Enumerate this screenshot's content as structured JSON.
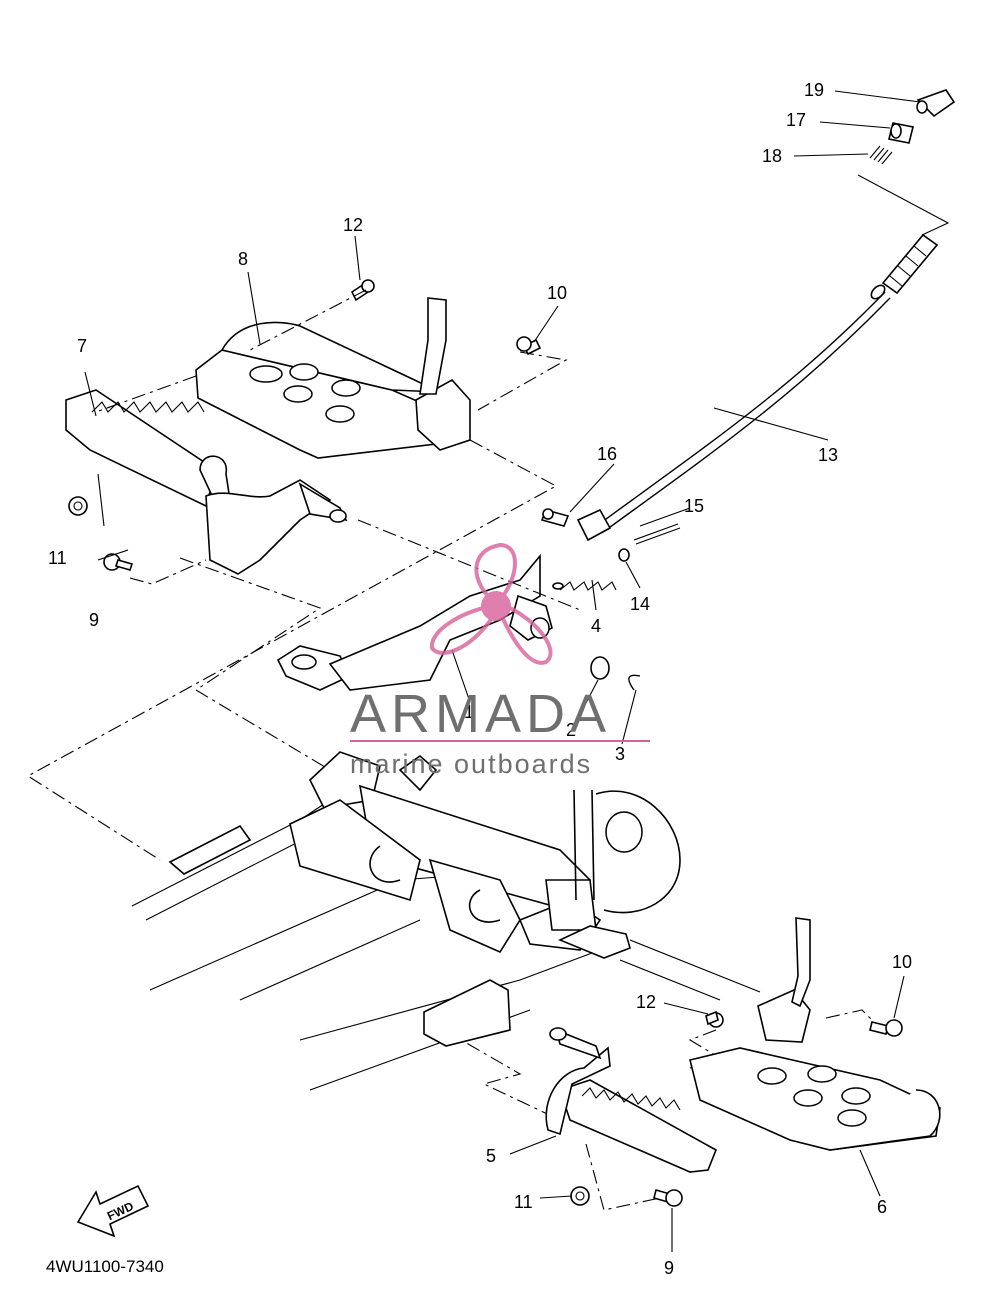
{
  "diagram_code": "4WU1100-7340",
  "direction_label": "FWD",
  "watermark": {
    "brand": "ARMADA",
    "tagline": "marine outboards",
    "accent_color": "#d7609a",
    "text_color": "#6f6f6f"
  },
  "callouts": {
    "p1": "1",
    "p2": "2",
    "p3": "3",
    "p4": "4",
    "p5": "5",
    "p6": "6",
    "p7": "7",
    "p8": "8",
    "p9a": "9",
    "p9b": "9",
    "p10a": "10",
    "p10b": "10",
    "p11a": "11",
    "p11b": "11",
    "p12a": "12",
    "p12b": "12",
    "p13": "13",
    "p14": "14",
    "p15": "15",
    "p16": "16",
    "p17": "17",
    "p18": "18",
    "p19": "19"
  }
}
